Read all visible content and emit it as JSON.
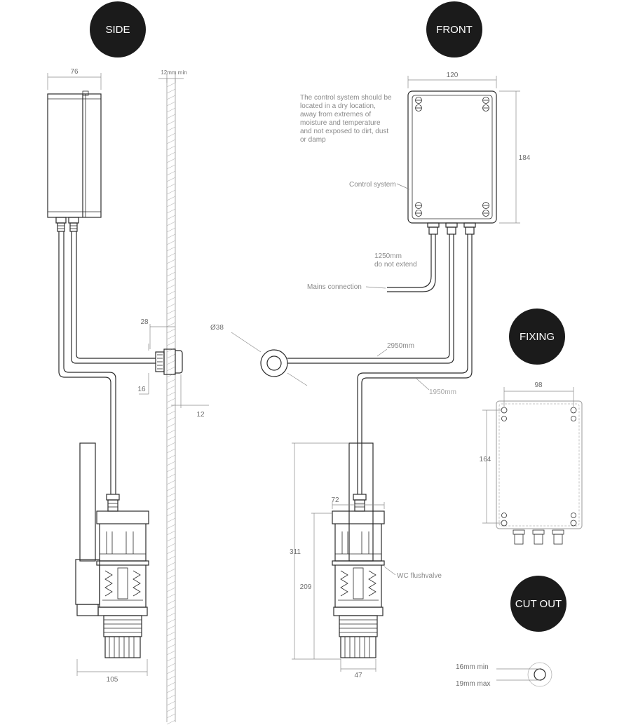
{
  "views": {
    "side": "SIDE",
    "front": "FRONT",
    "fixing": "FIXING",
    "cutout": "CUT OUT"
  },
  "side": {
    "box_width": "76",
    "wall_min": "12mm min",
    "dim_28": "28",
    "dim_16": "16",
    "dim_12": "12",
    "dim_105": "105"
  },
  "front": {
    "box_width": "120",
    "box_height": "184",
    "note_lines": [
      "The control system should be",
      "located in a dry location,",
      "away from extremes of",
      "moisture and temperature",
      "and not exposed to dirt, dust",
      "or damp"
    ],
    "control_label": "Control system",
    "cable_note_1": "1250mm",
    "cable_note_2": "do not extend",
    "mains_label": "Mains connection",
    "dia_label": "Ø38",
    "cable_2950": "2950mm",
    "cable_1950": "1950mm",
    "dim_72": "72",
    "dim_311": "311",
    "dim_209": "209",
    "dim_47": "47",
    "valve_label": "WC flushvalve"
  },
  "fixing": {
    "dim_98": "98",
    "dim_164": "164"
  },
  "cutout": {
    "min_label": "16mm min",
    "max_label": "19mm max"
  }
}
